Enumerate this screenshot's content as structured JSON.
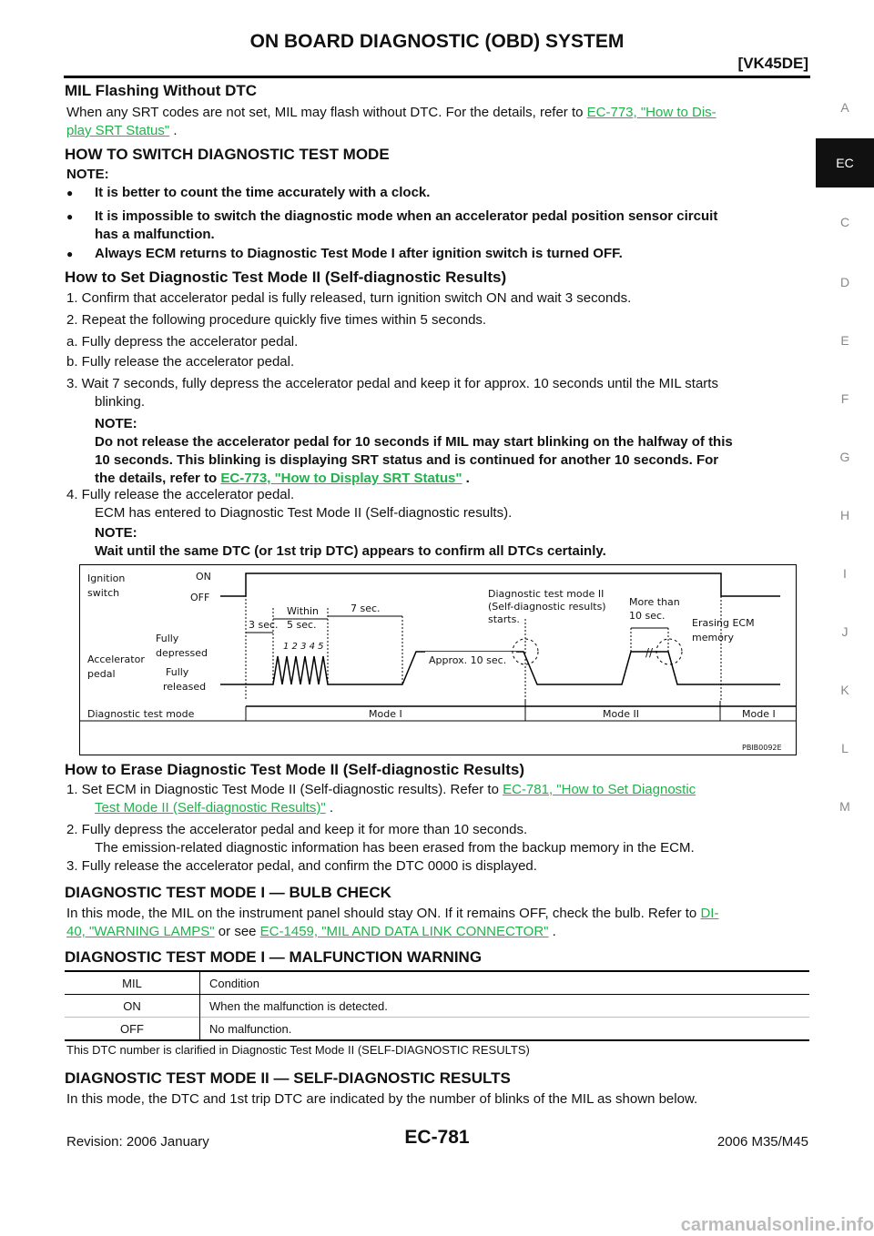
{
  "header": {
    "title": "ON BOARD DIAGNOSTIC (OBD) SYSTEM",
    "engine": "[VK45DE]"
  },
  "side_tabs": [
    "A",
    "EC",
    "C",
    "D",
    "E",
    "F",
    "G",
    "H",
    "I",
    "J",
    "K",
    "L",
    "M"
  ],
  "mil_flash": {
    "heading": "MIL Flashing Without DTC",
    "text": "When any SRT codes are not set, MIL may flash without DTC. For the details, refer to ",
    "link1": "EC-773, \"How to Dis-",
    "link2": "play SRT Status\"",
    "tail": " ."
  },
  "switch_mode": {
    "heading": "HOW TO SWITCH DIAGNOSTIC TEST MODE",
    "note_label": "NOTE:",
    "bullets": [
      "It is better to count the time accurately with a clock.",
      "It is impossible to switch the diagnostic mode when an accelerator pedal position sensor circuit",
      "has a malfunction.",
      "Always ECM returns to Diagnostic Test Mode I after ignition switch is turned OFF."
    ]
  },
  "set_mode": {
    "heading": "How to Set Diagnostic Test Mode II (Self-diagnostic Results)",
    "s1": "1.  Confirm that accelerator pedal is fully released, turn ignition switch ON and wait 3 seconds.",
    "s2": "2.  Repeat the following procedure quickly five times within 5 seconds.",
    "sa": "a.  Fully depress the accelerator pedal.",
    "sb": "b.  Fully release the accelerator pedal.",
    "s3a": "3.  Wait 7 seconds, fully depress the accelerator pedal and keep it for approx. 10 seconds until the MIL starts",
    "s3b": "blinking.",
    "note_label": "NOTE:",
    "note1": "Do not release the accelerator pedal for 10 seconds if MIL may start blinking on the halfway of this",
    "note2": "10 seconds. This blinking is displaying SRT status and is continued for another 10 seconds. For",
    "note3": "the details, refer to ",
    "note_link": "EC-773, \"How to Display SRT Status\"",
    "note_tail": " .",
    "s4a": "4.  Fully release the accelerator pedal.",
    "s4b": "ECM has entered to Diagnostic Test Mode II (Self-diagnostic results).",
    "note2_label": "NOTE:",
    "note2_text": "Wait until the same DTC (or 1st trip DTC) appears to confirm all DTCs certainly."
  },
  "diagram": {
    "ignition": "Ignition",
    "switch": "switch",
    "on": "ON",
    "off": "OFF",
    "accelerator": "Accelerator",
    "pedal": "pedal",
    "fully": "Fully",
    "depressed": "depressed",
    "released": "released",
    "diag_mode": "Diagnostic test mode",
    "three_sec": "3 sec.",
    "within": "Within",
    "five_sec": "5 sec.",
    "seven_sec": "7 sec.",
    "dtm1": "Diagnostic test mode II",
    "dtm2": "(Self-diagnostic results)",
    "dtm3": "starts.",
    "more1": "More than",
    "more2": "10 sec.",
    "erase1": "Erasing ECM",
    "erase2": "memory",
    "approx": "Approx. 10 sec.",
    "count": "1 2 3 4 5",
    "mode1": "Mode I",
    "mode2": "Mode II",
    "mode1b": "Mode I",
    "code": "PBIB0092E"
  },
  "erase_mode": {
    "heading": "How to Erase Diagnostic Test Mode II (Self-diagnostic Results)",
    "s1a": "1.  Set ECM in Diagnostic Test Mode II (Self-diagnostic results). Refer to ",
    "s1link1": "EC-781, \"How to Set Diagnostic",
    "s1link2": "Test Mode II (Self-diagnostic Results)\"",
    "s1tail": " .",
    "s2a": "2.  Fully depress the accelerator pedal and keep it for more than 10 seconds.",
    "s2b": "The emission-related diagnostic information has been erased from the backup memory in the ECM.",
    "s3": "3.  Fully release the accelerator pedal, and confirm the DTC 0000 is displayed."
  },
  "bulb": {
    "heading": "DIAGNOSTIC TEST MODE I — BULB CHECK",
    "text": "In this mode, the MIL on the instrument panel should stay ON. If it remains OFF, check the bulb. Refer to ",
    "link1": "DI-",
    "link2": "40, \"WARNING LAMPS\"",
    "mid": "  or see ",
    "link3": "EC-1459, \"MIL AND DATA LINK CONNECTOR\"",
    "tail": " ."
  },
  "malf": {
    "heading": "DIAGNOSTIC TEST MODE I — MALFUNCTION WARNING",
    "col1": "MIL",
    "col2": "Condition",
    "rows": [
      [
        "ON",
        "When the malfunction is detected."
      ],
      [
        "OFF",
        "No malfunction."
      ]
    ],
    "note": "This DTC number is clarified in Diagnostic Test Mode II (SELF-DIAGNOSTIC RESULTS)"
  },
  "self": {
    "heading": "DIAGNOSTIC TEST MODE II — SELF-DIAGNOSTIC RESULTS",
    "text": "In this mode, the DTC and 1st trip DTC are indicated by the number of blinks of the MIL as shown below."
  },
  "footer": {
    "revision": "Revision: 2006 January",
    "page": "EC-781",
    "model": "2006 M35/M45",
    "watermark": "carmanualsonline.info"
  }
}
